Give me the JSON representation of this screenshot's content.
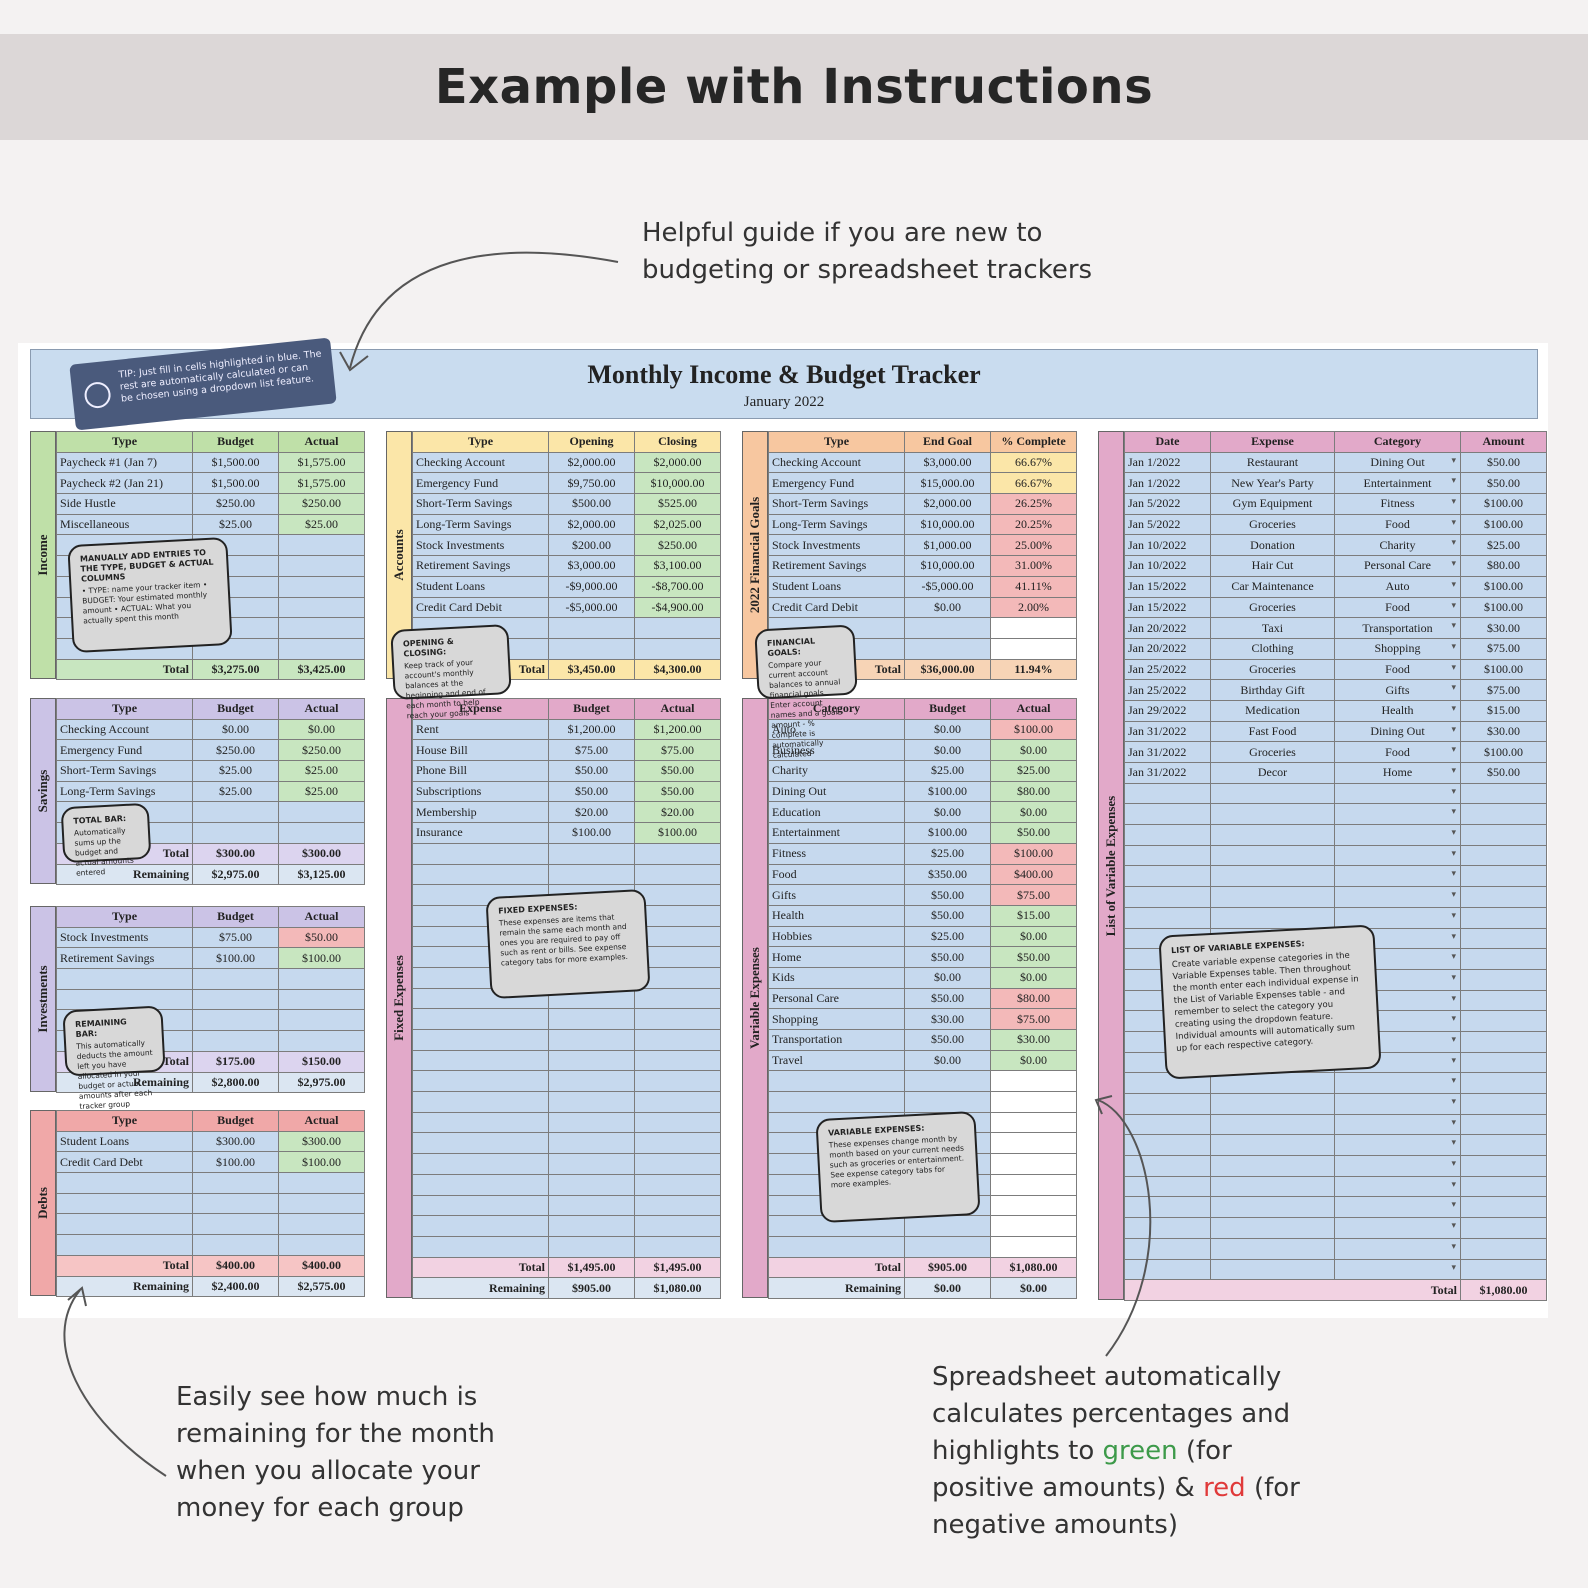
{
  "page": {
    "banner_title": "Example with Instructions",
    "note_top": "Helpful guide if you are new to\nbudgeting or spreadsheet trackers",
    "note_bottom_left": "Easily see how much is\nremaining for the month\nwhen you allocate your\nmoney for each group",
    "note_bottom_right_part1": "Spreadsheet automatically\ncalculates percentages and\nhighlights to ",
    "note_bottom_right_green": "green",
    "note_bottom_right_part2": " (for\npositive amounts) & ",
    "note_bottom_right_red": "red",
    "note_bottom_right_part3": " (for\nnegative amounts)",
    "colors": {
      "green": "#3d9a4a",
      "red": "#e03a3a"
    }
  },
  "sheet": {
    "title": "Monthly Income & Budget Tracker",
    "subtitle": "January 2022",
    "tip": "TIP: Just fill in cells highlighted in blue. The rest are automatically calculated or can be chosen using a dropdown list feature.",
    "tip_icon": "lightbulb-icon"
  },
  "income": {
    "label": "Income",
    "color": "#bfe0a8",
    "headers": [
      "Type",
      "Budget",
      "Actual"
    ],
    "rows": [
      [
        "Paycheck #1 (Jan 7)",
        "$1,500.00",
        "$1,575.00"
      ],
      [
        "Paycheck #2 (Jan 21)",
        "$1,500.00",
        "$1,575.00"
      ],
      [
        "Side Hustle",
        "$250.00",
        "$250.00"
      ],
      [
        "Miscellaneous",
        "$25.00",
        "$25.00"
      ]
    ],
    "total_label": "Total",
    "total": [
      "$3,275.00",
      "$3,425.00"
    ],
    "bubble_title": "MANUALLY ADD ENTRIES TO THE TYPE, BUDGET & ACTUAL COLUMNS",
    "bubble_text": "• TYPE: name your tracker item • BUDGET: Your estimated monthly amount • ACTUAL: What you actually spent this month"
  },
  "savings": {
    "label": "Savings",
    "color": "#cbc3e6",
    "headers": [
      "Type",
      "Budget",
      "Actual"
    ],
    "rows": [
      [
        "Checking Account",
        "$0.00",
        "$0.00"
      ],
      [
        "Emergency Fund",
        "$250.00",
        "$250.00"
      ],
      [
        "Short-Term Savings",
        "$25.00",
        "$25.00"
      ],
      [
        "Long-Term Savings",
        "$25.00",
        "$25.00"
      ]
    ],
    "total_label": "Total",
    "total": [
      "$300.00",
      "$300.00"
    ],
    "remaining_label": "Remaining",
    "remaining": [
      "$2,975.00",
      "$3,125.00"
    ],
    "bubble_title": "TOTAL BAR:",
    "bubble_text": "Automatically sums up the budget and actual amounts entered"
  },
  "investments": {
    "label": "Investments",
    "color": "#cbc3e6",
    "headers": [
      "Type",
      "Budget",
      "Actual"
    ],
    "rows": [
      [
        "Stock Investments",
        "$75.00",
        "$50.00"
      ],
      [
        "Retirement Savings",
        "$100.00",
        "$100.00"
      ]
    ],
    "total_label": "Total",
    "total": [
      "$175.00",
      "$150.00"
    ],
    "remaining_label": "Remaining",
    "remaining": [
      "$2,800.00",
      "$2,975.00"
    ],
    "bubble_title": "REMAINING BAR:",
    "bubble_text": "This automatically deducts the amount left you have allocated in your budget or actual amounts after each tracker group"
  },
  "debts": {
    "label": "Debts",
    "color": "#f0a8a8",
    "headers": [
      "Type",
      "Budget",
      "Actual"
    ],
    "rows": [
      [
        "Student Loans",
        "$300.00",
        "$300.00"
      ],
      [
        "Credit Card Debt",
        "$100.00",
        "$100.00"
      ]
    ],
    "total_label": "Total",
    "total": [
      "$400.00",
      "$400.00"
    ],
    "remaining_label": "Remaining",
    "remaining": [
      "$2,400.00",
      "$2,575.00"
    ]
  },
  "accounts": {
    "label": "Accounts",
    "color": "#fbe6a8",
    "headers": [
      "Type",
      "Opening",
      "Closing"
    ],
    "rows": [
      [
        "Checking Account",
        "$2,000.00",
        "$2,000.00"
      ],
      [
        "Emergency Fund",
        "$9,750.00",
        "$10,000.00"
      ],
      [
        "Short-Term Savings",
        "$500.00",
        "$525.00"
      ],
      [
        "Long-Term Savings",
        "$2,000.00",
        "$2,025.00"
      ],
      [
        "Stock Investments",
        "$200.00",
        "$250.00"
      ],
      [
        "Retirement Savings",
        "$3,000.00",
        "$3,100.00"
      ],
      [
        "Student Loans",
        "-$9,000.00",
        "-$8,700.00"
      ],
      [
        "Credit Card Debit",
        "-$5,000.00",
        "-$4,900.00"
      ]
    ],
    "total_label": "Total",
    "total": [
      "$3,450.00",
      "$4,300.00"
    ],
    "bubble_title": "OPENING & CLOSING:",
    "bubble_text": "Keep track of your account's monthly balances at the beginning and end of each month to help reach your goals"
  },
  "fixed": {
    "label": "Fixed Expenses",
    "color": "#e2a9c9",
    "headers": [
      "Expense",
      "Budget",
      "Actual"
    ],
    "rows": [
      [
        "Rent",
        "$1,200.00",
        "$1,200.00"
      ],
      [
        "House Bill",
        "$75.00",
        "$75.00"
      ],
      [
        "Phone Bill",
        "$50.00",
        "$50.00"
      ],
      [
        "Subscriptions",
        "$50.00",
        "$50.00"
      ],
      [
        "Membership",
        "$20.00",
        "$20.00"
      ],
      [
        "Insurance",
        "$100.00",
        "$100.00"
      ]
    ],
    "total_label": "Total",
    "total": [
      "$1,495.00",
      "$1,495.00"
    ],
    "remaining_label": "Remaining",
    "remaining": [
      "$905.00",
      "$1,080.00"
    ],
    "bubble_title": "FIXED EXPENSES:",
    "bubble_text": "These expenses are items that remain the same each month and ones you are required to pay off such as rent or bills. See expense category tabs for more examples."
  },
  "goals": {
    "label": "2022 Financial Goals",
    "color": "#f7c7a0",
    "headers": [
      "Type",
      "End Goal",
      "% Complete"
    ],
    "rows": [
      [
        "Checking Account",
        "$3,000.00",
        "66.67%"
      ],
      [
        "Emergency Fund",
        "$15,000.00",
        "66.67%"
      ],
      [
        "Short-Term Savings",
        "$2,000.00",
        "26.25%"
      ],
      [
        "Long-Term Savings",
        "$10,000.00",
        "20.25%"
      ],
      [
        "Stock Investments",
        "$1,000.00",
        "25.00%"
      ],
      [
        "Retirement Savings",
        "$10,000.00",
        "31.00%"
      ],
      [
        "Student Loans",
        "-$5,000.00",
        "41.11%"
      ],
      [
        "Credit Card Debit",
        "$0.00",
        "2.00%"
      ]
    ],
    "pct_colors": [
      "y",
      "y",
      "rd",
      "rd",
      "rd",
      "rd",
      "rd",
      "rd"
    ],
    "total_label": "Total",
    "total": [
      "$36,000.00",
      "11.94%"
    ],
    "bubble_title": "FINANCIAL GOALS:",
    "bubble_text": "Compare your current account balances to annual financial goals. Enter account names and a goal amount - % complete is automatically calculated"
  },
  "variable": {
    "label": "Variable Expenses",
    "color": "#e2a9c9",
    "headers": [
      "Category",
      "Budget",
      "Actual"
    ],
    "rows": [
      [
        "Auto",
        "$0.00",
        "$100.00"
      ],
      [
        "Business",
        "$0.00",
        "$0.00"
      ],
      [
        "Charity",
        "$25.00",
        "$25.00"
      ],
      [
        "Dining Out",
        "$100.00",
        "$80.00"
      ],
      [
        "Education",
        "$0.00",
        "$0.00"
      ],
      [
        "Entertainment",
        "$100.00",
        "$50.00"
      ],
      [
        "Fitness",
        "$25.00",
        "$100.00"
      ],
      [
        "Food",
        "$350.00",
        "$400.00"
      ],
      [
        "Gifts",
        "$50.00",
        "$75.00"
      ],
      [
        "Health",
        "$50.00",
        "$15.00"
      ],
      [
        "Hobbies",
        "$25.00",
        "$0.00"
      ],
      [
        "Home",
        "$50.00",
        "$50.00"
      ],
      [
        "Kids",
        "$0.00",
        "$0.00"
      ],
      [
        "Personal Care",
        "$50.00",
        "$80.00"
      ],
      [
        "Shopping",
        "$30.00",
        "$75.00"
      ],
      [
        "Transportation",
        "$50.00",
        "$30.00"
      ],
      [
        "Travel",
        "$0.00",
        "$0.00"
      ]
    ],
    "actual_colors": [
      "rd",
      "g",
      "g",
      "g",
      "g",
      "g",
      "rd",
      "rd",
      "rd",
      "g",
      "g",
      "g",
      "g",
      "rd",
      "rd",
      "g",
      "g"
    ],
    "total_label": "Total",
    "total": [
      "$905.00",
      "$1,080.00"
    ],
    "remaining_label": "Remaining",
    "remaining": [
      "$0.00",
      "$0.00"
    ],
    "bubble_title": "VARIABLE EXPENSES:",
    "bubble_text": "These expenses change month by month based on your current needs such as groceries or entertainment. See expense category tabs for more examples."
  },
  "list": {
    "label": "List of Variable Expenses",
    "color": "#e2a9c9",
    "headers": [
      "Date",
      "Expense",
      "Category",
      "Amount"
    ],
    "rows": [
      [
        "Jan 1/2022",
        "Restaurant",
        "Dining Out",
        "$50.00"
      ],
      [
        "Jan 1/2022",
        "New Year's Party",
        "Entertainment",
        "$50.00"
      ],
      [
        "Jan 5/2022",
        "Gym Equipment",
        "Fitness",
        "$100.00"
      ],
      [
        "Jan 5/2022",
        "Groceries",
        "Food",
        "$100.00"
      ],
      [
        "Jan 10/2022",
        "Donation",
        "Charity",
        "$25.00"
      ],
      [
        "Jan 10/2022",
        "Hair Cut",
        "Personal Care",
        "$80.00"
      ],
      [
        "Jan 15/2022",
        "Car Maintenance",
        "Auto",
        "$100.00"
      ],
      [
        "Jan 15/2022",
        "Groceries",
        "Food",
        "$100.00"
      ],
      [
        "Jan 20/2022",
        "Taxi",
        "Transportation",
        "$30.00"
      ],
      [
        "Jan 20/2022",
        "Clothing",
        "Shopping",
        "$75.00"
      ],
      [
        "Jan 25/2022",
        "Groceries",
        "Food",
        "$100.00"
      ],
      [
        "Jan 25/2022",
        "Birthday Gift",
        "Gifts",
        "$75.00"
      ],
      [
        "Jan 29/2022",
        "Medication",
        "Health",
        "$15.00"
      ],
      [
        "Jan 31/2022",
        "Fast Food",
        "Dining Out",
        "$30.00"
      ],
      [
        "Jan 31/2022",
        "Groceries",
        "Food",
        "$100.00"
      ],
      [
        "Jan 31/2022",
        "Decor",
        "Home",
        "$50.00"
      ]
    ],
    "dropdown_glyph": "▾",
    "total_label": "Total",
    "total": "$1,080.00",
    "bubble_title": "LIST OF VARIABLE EXPENSES:",
    "bubble_text": "Create variable expense categories in the Variable Expenses table. Then throughout the month enter each individual expense in the List of Variable Expenses table - and remember to select the category you creating using the dropdown feature. Individual amounts will automatically sum up for each respective category."
  }
}
